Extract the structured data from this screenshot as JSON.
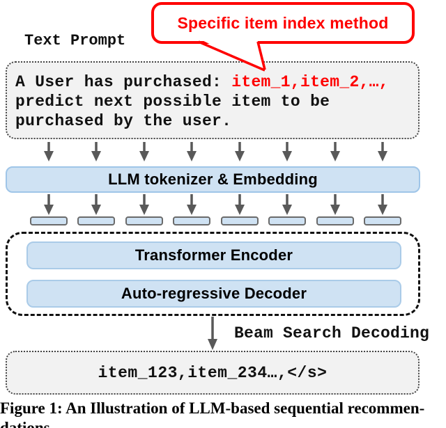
{
  "figure": {
    "callout": {
      "text": "Specific item index method",
      "color": "#fe0000"
    },
    "prompt_label": "Text Prompt",
    "prompt": {
      "line1_black": "A User has purchased: ",
      "line1_red": "item_1,item_2,…,",
      "line2": "predict next possible item to be",
      "line3": "purchased by the user."
    },
    "tokenizer_label": "LLM tokenizer & Embedding",
    "encoder_label": "Transformer Encoder",
    "decoder_label": "Auto-regressive Decoder",
    "beam_label": "Beam Search Decoding",
    "output_text": "item_123,item_234…,</s>",
    "caption_line1": "Figure 1: An Illustration of LLM-based sequential recommen-",
    "caption_line2": "dations.",
    "colors": {
      "accent_red": "#fe0000",
      "box_blue_fill": "#cfe2f3",
      "box_blue_border": "#9fc5e8",
      "gray_box_fill": "#f2f2f2",
      "arrow_gray": "#595959"
    },
    "flow": {
      "arrow_count": 8,
      "token_count": 8
    }
  }
}
